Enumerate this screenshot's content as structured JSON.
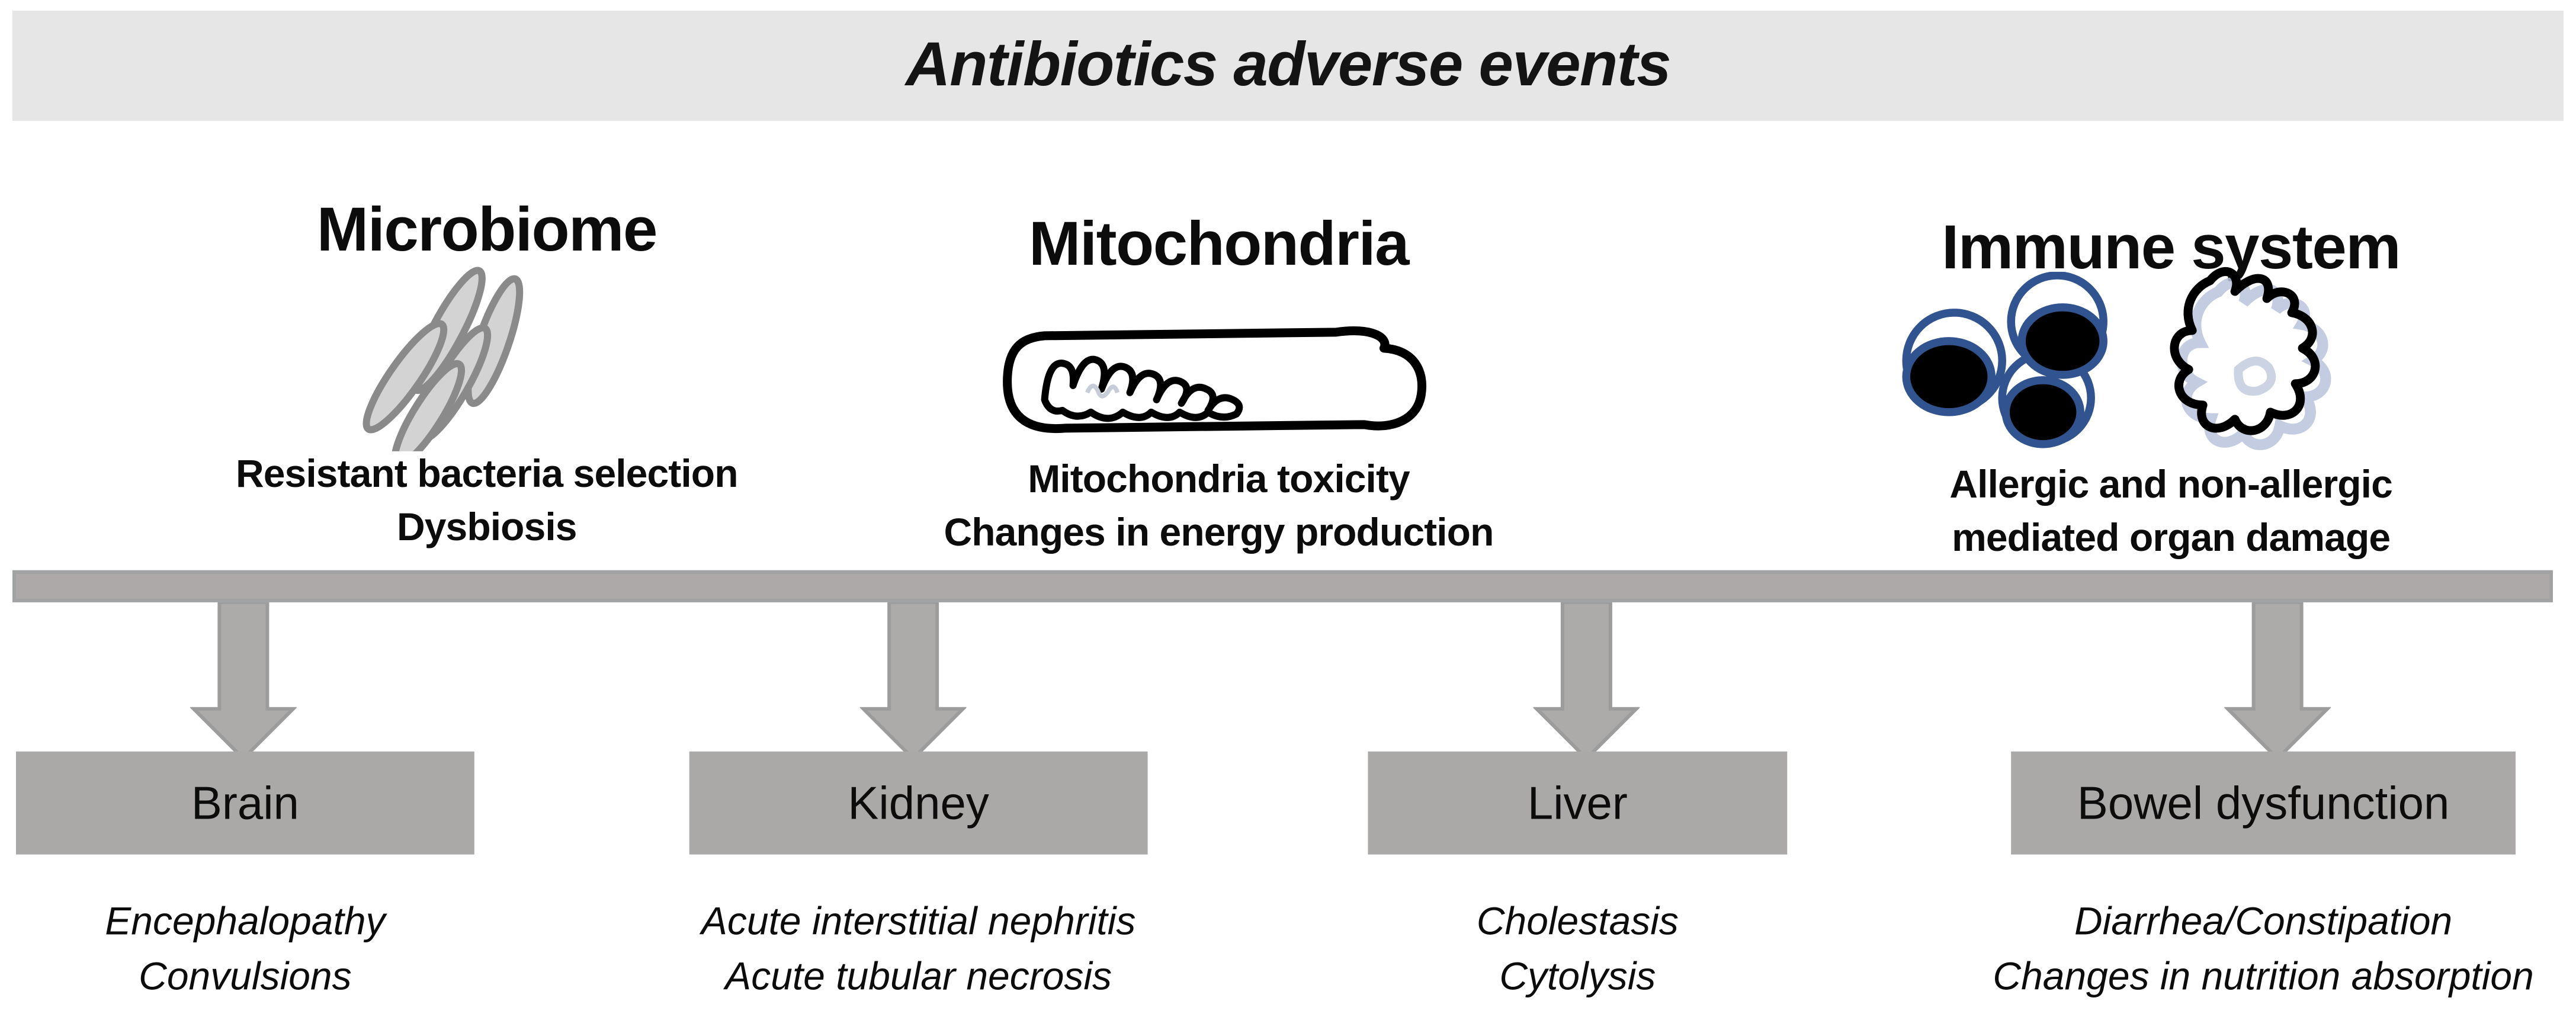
{
  "title": "Antibiotics adverse events",
  "mechanisms": [
    {
      "name": "Microbiome",
      "icon": "bacteria-icon",
      "effects": [
        "Resistant bacteria selection",
        "Dysbiosis"
      ]
    },
    {
      "name": "Mitochondria",
      "icon": "mitochondria-icon",
      "effects": [
        "Mitochondria toxicity",
        "Changes in energy production"
      ]
    },
    {
      "name": "Immune system",
      "icon": "immune-cells-icon",
      "effects": [
        "Allergic and non-allergic",
        "mediated organ damage"
      ]
    }
  ],
  "outcomes": [
    {
      "organ": "Brain",
      "consequences": [
        "Encephalopathy",
        "Convulsions"
      ]
    },
    {
      "organ": "Kidney",
      "consequences": [
        "Acute interstitial nephritis",
        "Acute tubular necrosis"
      ]
    },
    {
      "organ": "Liver",
      "consequences": [
        "Cholestasis",
        "Cytolysis"
      ]
    },
    {
      "organ": "Bowel dysfunction",
      "consequences": [
        "Diarrhea/Constipation",
        "Changes in nutrition absorption"
      ]
    }
  ],
  "colors": {
    "header_band": "#e6e6e6",
    "gray_fill": "#aba8a8",
    "bar_border": "#a0a2a4",
    "arrow_outline": "#9c9c9c",
    "cell_ring_blue": "#31538f",
    "bacteria_fill": "#d3d3d3",
    "bacteria_outline": "#8a8a8a",
    "blob_sketch_blue": "#b9c3da",
    "text": "#0c0c0c"
  }
}
